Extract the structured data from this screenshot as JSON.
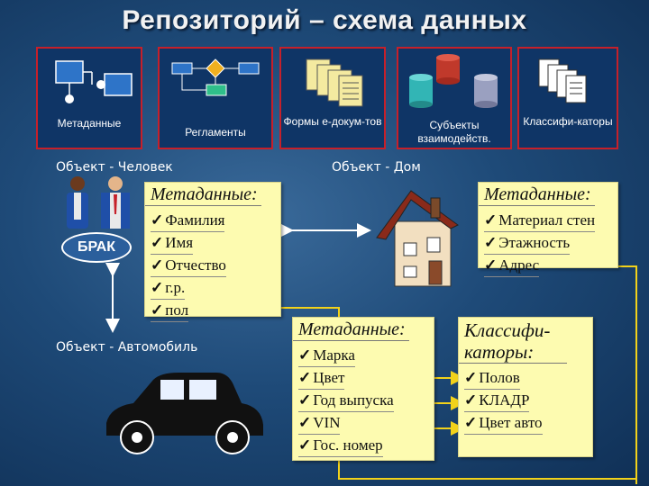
{
  "title": "Репозиторий – схема данных",
  "panels": [
    {
      "label": "Метаданные",
      "icon": "metadata-diagram-icon"
    },
    {
      "label": "Регламенты",
      "icon": "flowchart-icon"
    },
    {
      "label": "Формы е-докум-тов",
      "icon": "documents-icon"
    },
    {
      "label": "Субъекты взаимодейств.",
      "icon": "databases-icon"
    },
    {
      "label": "Классифи-каторы",
      "icon": "stacked-pages-icon"
    }
  ],
  "objects": {
    "person": "Объект - Человек",
    "house": "Объект - Дом",
    "car": "Объект - Автомобиль"
  },
  "badge": "БРАК",
  "notes": {
    "person": {
      "heading": "Метаданные:",
      "items": [
        "Фамилия",
        "Имя",
        "Отчество",
        "г.р.",
        "пол"
      ]
    },
    "house": {
      "heading": "Метаданные:",
      "items": [
        "Материал стен",
        "Этажность",
        "Адрес"
      ]
    },
    "car": {
      "heading": "Метаданные:",
      "items": [
        "Марка",
        "Цвет",
        "Год выпуска",
        "VIN",
        "Гос. номер"
      ]
    },
    "classifiers": {
      "heading": "Классифи-каторы:",
      "items": [
        "Полов",
        "КЛАДР",
        "Цвет авто"
      ]
    }
  },
  "colors": {
    "background": "#1e4a78",
    "panel_border": "#c6202a",
    "note": "#fdfbb0",
    "connector": "#f2d21a"
  }
}
